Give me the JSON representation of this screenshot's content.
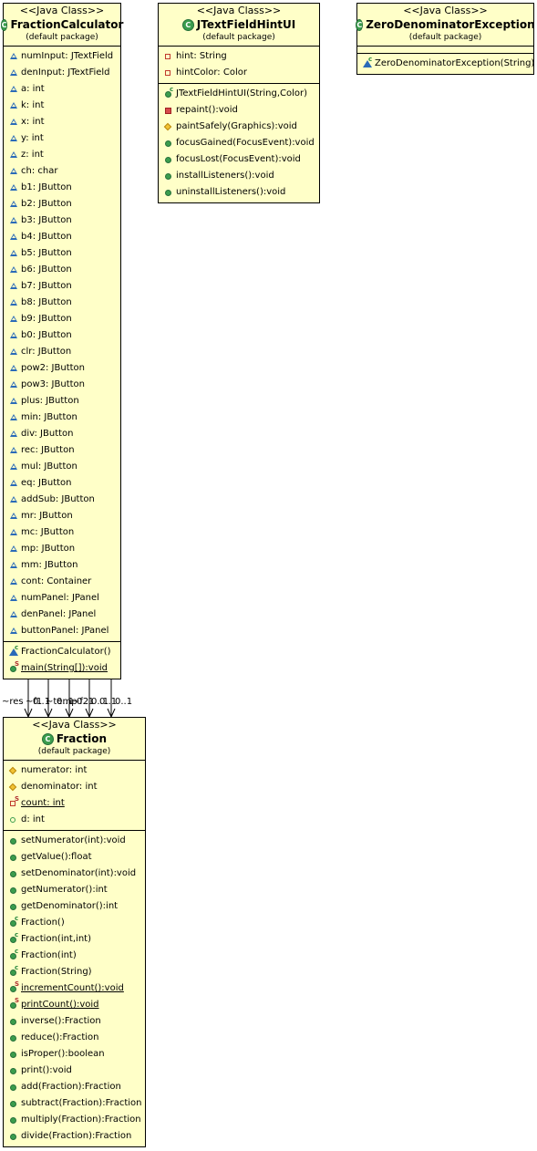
{
  "classes": {
    "fraction_calculator": {
      "stereotype": "<<Java Class>>",
      "name": "FractionCalculator",
      "package": "(default package)",
      "fields": [
        {
          "text": "numInput: JTextField",
          "vis": "package"
        },
        {
          "text": "denInput: JTextField",
          "vis": "package"
        },
        {
          "text": "a: int",
          "vis": "package"
        },
        {
          "text": "k: int",
          "vis": "package"
        },
        {
          "text": "x: int",
          "vis": "package"
        },
        {
          "text": "y: int",
          "vis": "package"
        },
        {
          "text": "z: int",
          "vis": "package"
        },
        {
          "text": "ch: char",
          "vis": "package"
        },
        {
          "text": "b1: JButton",
          "vis": "package"
        },
        {
          "text": "b2: JButton",
          "vis": "package"
        },
        {
          "text": "b3: JButton",
          "vis": "package"
        },
        {
          "text": "b4: JButton",
          "vis": "package"
        },
        {
          "text": "b5: JButton",
          "vis": "package"
        },
        {
          "text": "b6: JButton",
          "vis": "package"
        },
        {
          "text": "b7: JButton",
          "vis": "package"
        },
        {
          "text": "b8: JButton",
          "vis": "package"
        },
        {
          "text": "b9: JButton",
          "vis": "package"
        },
        {
          "text": "b0: JButton",
          "vis": "package"
        },
        {
          "text": "clr: JButton",
          "vis": "package"
        },
        {
          "text": "pow2: JButton",
          "vis": "package"
        },
        {
          "text": "pow3: JButton",
          "vis": "package"
        },
        {
          "text": "plus: JButton",
          "vis": "package"
        },
        {
          "text": "min: JButton",
          "vis": "package"
        },
        {
          "text": "div: JButton",
          "vis": "package"
        },
        {
          "text": "rec: JButton",
          "vis": "package"
        },
        {
          "text": "mul: JButton",
          "vis": "package"
        },
        {
          "text": "eq: JButton",
          "vis": "package"
        },
        {
          "text": "addSub: JButton",
          "vis": "package"
        },
        {
          "text": "mr: JButton",
          "vis": "package"
        },
        {
          "text": "mc: JButton",
          "vis": "package"
        },
        {
          "text": "mp: JButton",
          "vis": "package"
        },
        {
          "text": "mm: JButton",
          "vis": "package"
        },
        {
          "text": "cont: Container",
          "vis": "package"
        },
        {
          "text": "numPanel: JPanel",
          "vis": "package"
        },
        {
          "text": "denPanel: JPanel",
          "vis": "package"
        },
        {
          "text": "buttonPanel: JPanel",
          "vis": "package"
        }
      ],
      "methods": [
        {
          "text": "FractionCalculator()",
          "vis": "ctor-package"
        },
        {
          "text": "main(String[]):void",
          "vis": "static-public",
          "underline": true
        }
      ]
    },
    "jtextfield_hint_ui": {
      "stereotype": "<<Java Class>>",
      "name": "JTextFieldHintUI",
      "package": "(default package)",
      "fields": [
        {
          "text": "hint: String",
          "vis": "private"
        },
        {
          "text": "hintColor: Color",
          "vis": "private"
        }
      ],
      "methods": [
        {
          "text": "JTextFieldHintUI(String,Color)",
          "vis": "ctor-public"
        },
        {
          "text": "repaint():void",
          "vis": "private-method"
        },
        {
          "text": "paintSafely(Graphics):void",
          "vis": "protected"
        },
        {
          "text": "focusGained(FocusEvent):void",
          "vis": "public"
        },
        {
          "text": "focusLost(FocusEvent):void",
          "vis": "public"
        },
        {
          "text": "installListeners():void",
          "vis": "public"
        },
        {
          "text": "uninstallListeners():void",
          "vis": "public"
        }
      ]
    },
    "zero_denominator_exception": {
      "stereotype": "<<Java Class>>",
      "name": "ZeroDenominatorException",
      "package": "(default package)",
      "fields": [],
      "methods": [
        {
          "text": "ZeroDenominatorException(String)",
          "vis": "ctor-package"
        }
      ]
    },
    "fraction": {
      "stereotype": "<<Java Class>>",
      "name": "Fraction",
      "package": "(default package)",
      "fields": [
        {
          "text": "numerator: int",
          "vis": "protected"
        },
        {
          "text": "denominator: int",
          "vis": "protected"
        },
        {
          "text": "count: int",
          "vis": "static-private",
          "underline": true
        },
        {
          "text": "d: int",
          "vis": "default"
        }
      ],
      "methods": [
        {
          "text": "setNumerator(int):void",
          "vis": "public"
        },
        {
          "text": "getValue():float",
          "vis": "public"
        },
        {
          "text": "setDenominator(int):void",
          "vis": "public"
        },
        {
          "text": "getNumerator():int",
          "vis": "public"
        },
        {
          "text": "getDenominator():int",
          "vis": "public"
        },
        {
          "text": "Fraction()",
          "vis": "ctor-public"
        },
        {
          "text": "Fraction(int,int)",
          "vis": "ctor-public"
        },
        {
          "text": "Fraction(int)",
          "vis": "ctor-public"
        },
        {
          "text": "Fraction(String)",
          "vis": "ctor-public"
        },
        {
          "text": "incrementCount():void",
          "vis": "static-public",
          "underline": true
        },
        {
          "text": "printCount():void",
          "vis": "static-public",
          "underline": true
        },
        {
          "text": "inverse():Fraction",
          "vis": "public"
        },
        {
          "text": "reduce():Fraction",
          "vis": "public"
        },
        {
          "text": "isProper():boolean",
          "vis": "public"
        },
        {
          "text": "print():void",
          "vis": "public"
        },
        {
          "text": "add(Fraction):Fraction",
          "vis": "public"
        },
        {
          "text": "subtract(Fraction):Fraction",
          "vis": "public"
        },
        {
          "text": "multiply(Fraction):Fraction",
          "vis": "public"
        },
        {
          "text": "divide(Fraction):Fraction",
          "vis": "public"
        }
      ]
    }
  },
  "associations": {
    "multiplicity_labels": [
      "~res",
      "~f1",
      "0..1",
      "~temp",
      "0..1",
      "~f2",
      "0..1",
      "0..1",
      "0..1",
      "0..1"
    ]
  }
}
